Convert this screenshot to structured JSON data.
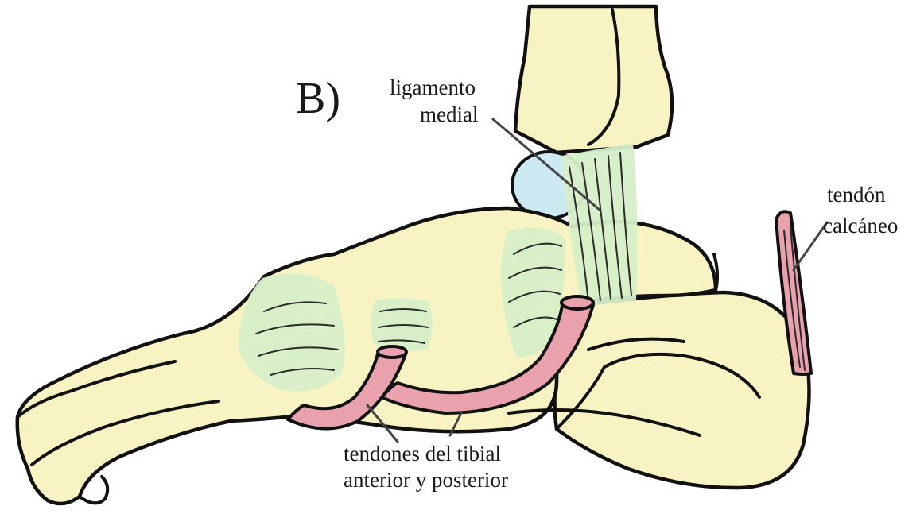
{
  "panel_label": "B)",
  "labels": {
    "ligament_line1": "ligamento",
    "ligament_line2": "medial",
    "tendon_line1": "tendón",
    "tendon_line2": "calcáneo",
    "tibial_line1": "tendones del tibial",
    "tibial_line2": "anterior y posterior"
  },
  "colors": {
    "bone": "#f8f3c2",
    "ligament": "#d6eec8",
    "tendon": "#e9a2ad",
    "cartilage": "#cdeaf2",
    "outline": "#111111"
  }
}
